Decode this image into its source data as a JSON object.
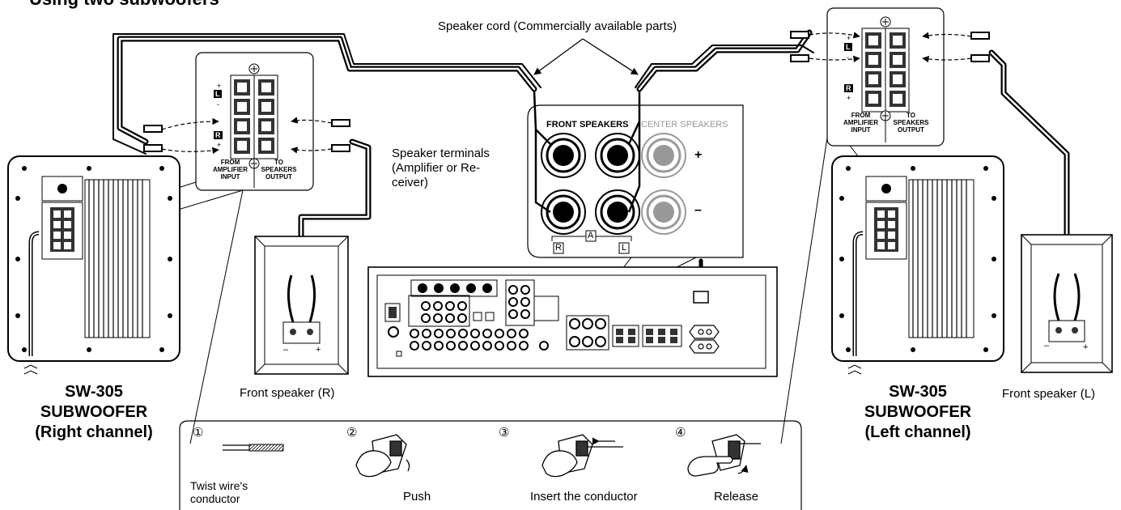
{
  "heading": "Using two subwoofers",
  "speaker_cord": "Speaker cord (Commercially available parts)",
  "speaker_terminals": [
    "Speaker terminals",
    "(Amplifier or Re-",
    "ceiver)"
  ],
  "amp_panel": {
    "front_speakers": "FRONT SPEAKERS",
    "center_speakers": "CENTER SPEAKERS",
    "plus": "+",
    "minus": "–",
    "tag_r": "R",
    "tag_a": "A",
    "tag_l": "L"
  },
  "terminal_block": {
    "from_amp": [
      "FROM",
      "AMPLIFIER",
      "INPUT"
    ],
    "to_speakers": [
      "TO",
      "SPEAKERS",
      "OUTPUT"
    ],
    "channel_l": "L",
    "channel_r": "R",
    "plus": "+",
    "minus": "-"
  },
  "front_speaker_right": "Front speaker (R)",
  "front_speaker_left": "Front speaker (L)",
  "subwoofer_right": [
    "SW-305",
    "SUBWOOFER",
    "(Right channel)"
  ],
  "subwoofer_left": [
    "SW-305",
    "SUBWOOFER",
    "(Left channel)"
  ],
  "steps": [
    {
      "num": "①",
      "label": "Twist wire's conductor"
    },
    {
      "num": "②",
      "label": "Push"
    },
    {
      "num": "③",
      "label": "Insert the  conductor"
    },
    {
      "num": "④",
      "label": "Release"
    }
  ],
  "icons": [
    "subwoofer-icon",
    "speaker-icon",
    "receiver-icon",
    "hand-icon",
    "wire-icon",
    "terminal-icon"
  ]
}
